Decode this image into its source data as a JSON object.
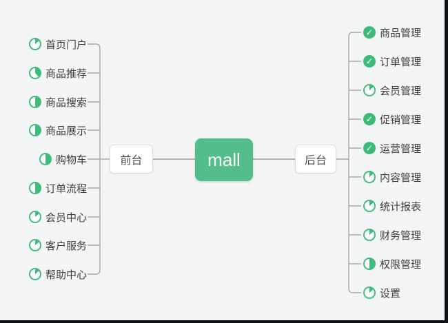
{
  "diagram": {
    "root": {
      "label": "mall"
    },
    "branches": [
      {
        "label": "前台",
        "side": "left",
        "items": [
          {
            "label": "首页门户",
            "icon": "progress-eighth"
          },
          {
            "label": "商品推荐",
            "icon": "progress-three-eighths"
          },
          {
            "label": "商品搜索",
            "icon": "progress-half"
          },
          {
            "label": "商品展示",
            "icon": "progress-half"
          },
          {
            "label": "购物车",
            "icon": "progress-half"
          },
          {
            "label": "订单流程",
            "icon": "progress-half"
          },
          {
            "label": "会员中心",
            "icon": "progress-eighth"
          },
          {
            "label": "客户服务",
            "icon": "progress-eighth"
          },
          {
            "label": "帮助中心",
            "icon": "progress-eighth"
          }
        ]
      },
      {
        "label": "后台",
        "side": "right",
        "items": [
          {
            "label": "商品管理",
            "icon": "progress-done"
          },
          {
            "label": "订单管理",
            "icon": "progress-done"
          },
          {
            "label": "会员管理",
            "icon": "progress-eighth"
          },
          {
            "label": "促销管理",
            "icon": "progress-done"
          },
          {
            "label": "运营管理",
            "icon": "progress-done"
          },
          {
            "label": "内容管理",
            "icon": "progress-eighth"
          },
          {
            "label": "统计报表",
            "icon": "progress-eighth"
          },
          {
            "label": "财务管理",
            "icon": "progress-eighth"
          },
          {
            "label": "权限管理",
            "icon": "progress-half"
          },
          {
            "label": "设置",
            "icon": "progress-eighth"
          }
        ]
      }
    ],
    "icon_glyphs": {
      "done_check": "✓"
    },
    "colors": {
      "root_green": "#53be89",
      "icon_green": "#3fbc7c",
      "connector_gray": "#a8a8a8",
      "background": "#f4f5f6",
      "edge_border": "#0e1116"
    }
  }
}
